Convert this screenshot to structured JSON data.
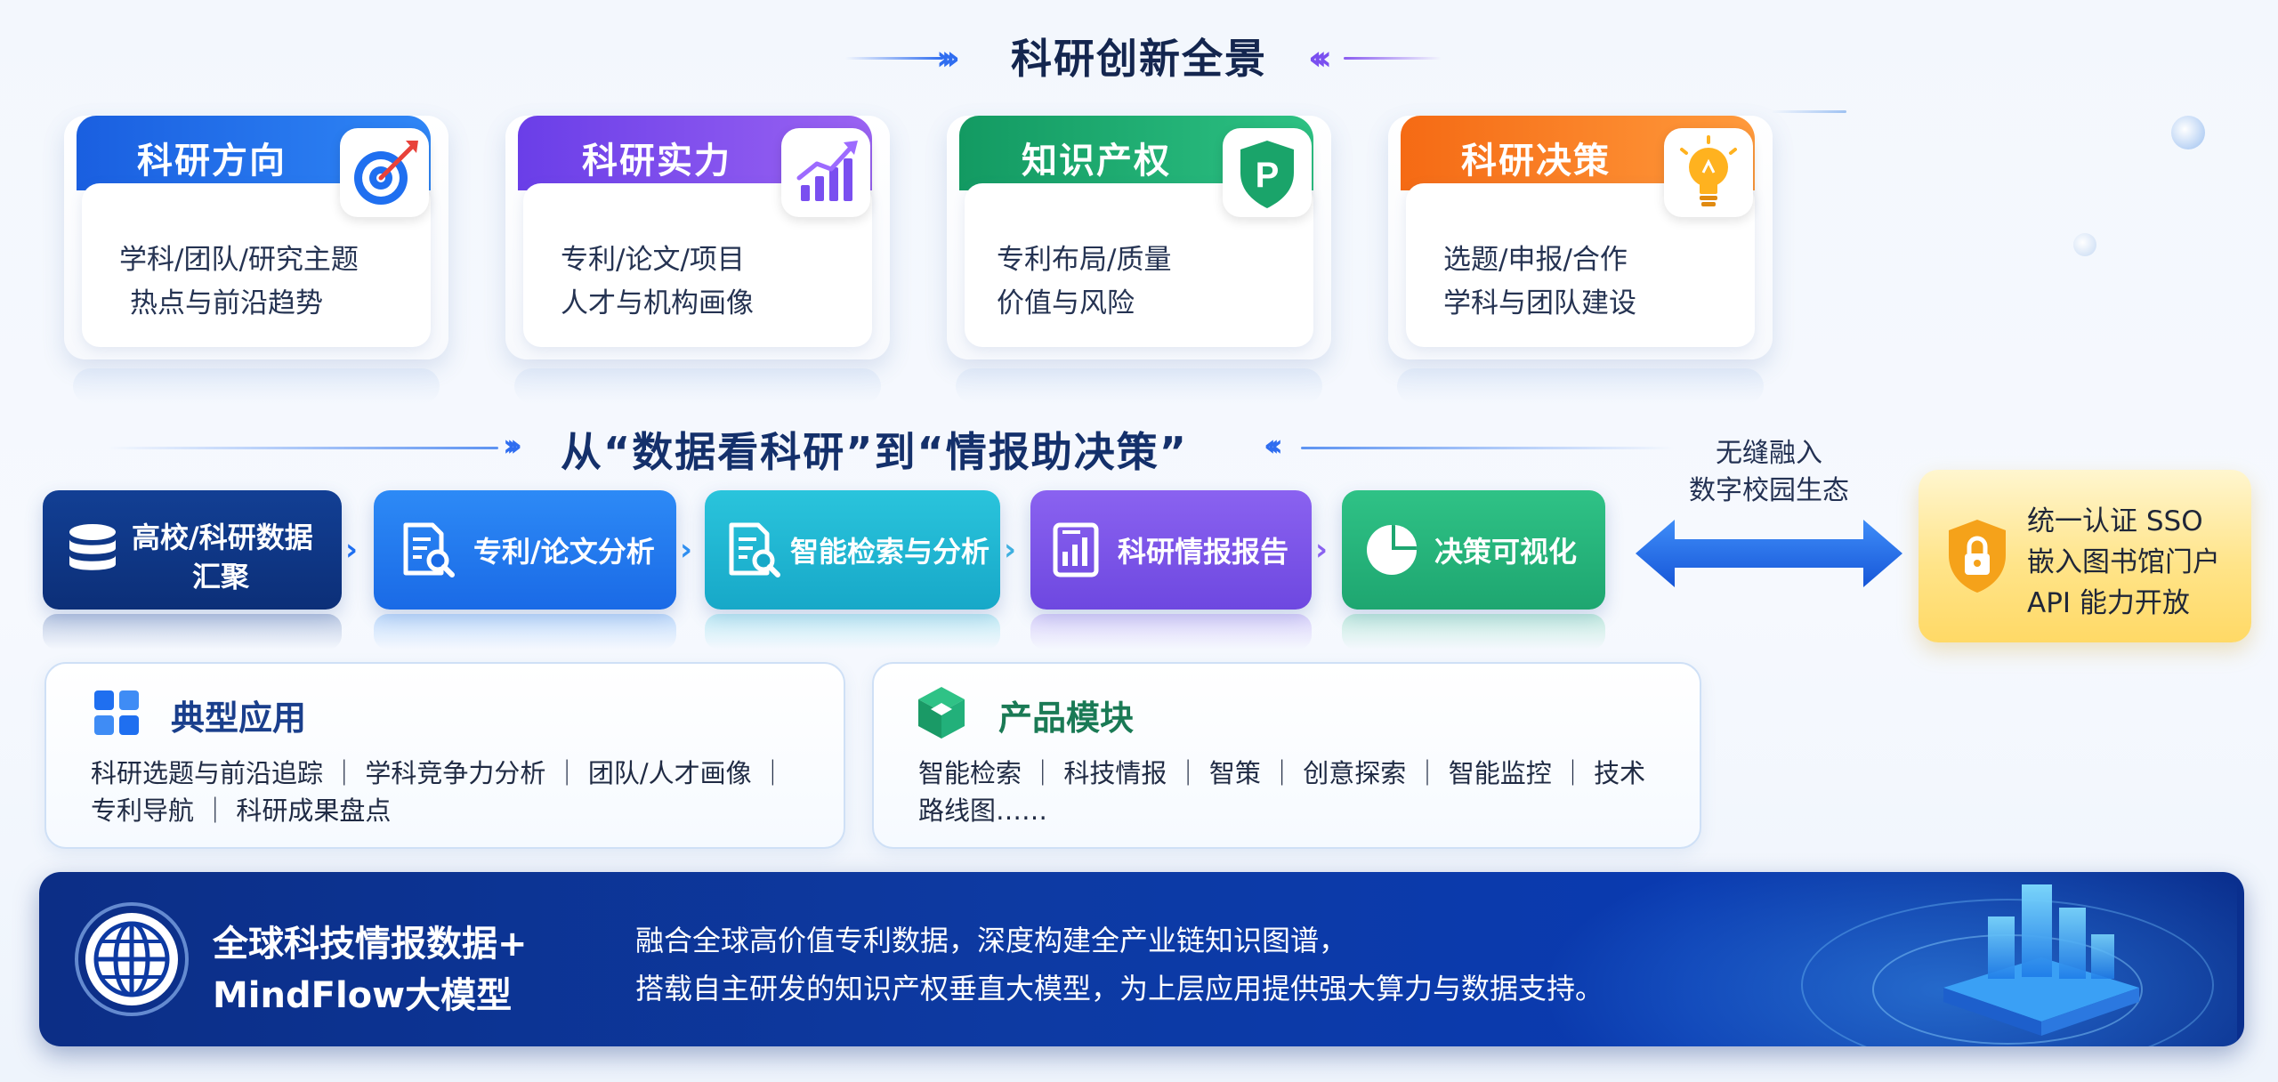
{
  "header": {
    "title": "科研创新全景"
  },
  "cards": [
    {
      "title": "科研方向",
      "lines": [
        "学科/团队/研究主题",
        "热点与前沿趋势"
      ],
      "icon": "target-icon",
      "color": "#1f6ff0"
    },
    {
      "title": "科研实力",
      "lines": [
        "专利/论文/项目",
        "人才与机构画像"
      ],
      "icon": "growth-chart-icon",
      "color": "#7a4ff0"
    },
    {
      "title": "知识产权",
      "lines": [
        "专利布局/质量",
        "价值与风险"
      ],
      "icon": "patent-shield-icon",
      "color": "#1fae70"
    },
    {
      "title": "科研决策",
      "lines": [
        "选题/申报/合作",
        "学科与团队建设"
      ],
      "icon": "lightbulb-icon",
      "color": "#fb7a1e"
    }
  ],
  "flow": {
    "title": "从“数据看科研”到“情报助决策”",
    "steps": [
      {
        "label_line1": "高校/科研数据",
        "label_line2": "汇聚",
        "icon": "database-icon",
        "color": "#0f3a8a"
      },
      {
        "label": "专利/论文分析",
        "icon": "document-search-icon",
        "color": "#1f7ff0"
      },
      {
        "label": "智能检索与分析",
        "icon": "document-search-icon",
        "color": "#1ab6d4"
      },
      {
        "label": "科研情报报告",
        "icon": "report-chart-icon",
        "color": "#7a55e8"
      },
      {
        "label": "决策可视化",
        "icon": "pie-chart-icon",
        "color": "#22b07a"
      }
    ]
  },
  "ecosystem": {
    "line1": "无缝融入",
    "line2": "数字校园生态"
  },
  "integration": {
    "lines": [
      "统一认证 SSO",
      "嵌入图书馆门户",
      "API 能力开放"
    ],
    "icon": "lock-shield-icon"
  },
  "applications": {
    "title": "典型应用",
    "line1": "科研选题与前沿追踪 ｜ 学科竞争力分析 ｜ 团队/人才画像 ｜",
    "line2": "专利导航 ｜ 科研成果盘点",
    "icon": "grid-apps-icon"
  },
  "modules": {
    "title": "产品模块",
    "line1": "智能检索 ｜ 科技情报 ｜ 智策 ｜ 创意探索 ｜ 智能监控 ｜ 技术",
    "line2": "路线图……",
    "icon": "cube-icon"
  },
  "banner": {
    "title_line1": "全球科技情报数据+",
    "title_line2": "MindFlow大模型",
    "desc_line1": "融合全球高价值专利数据，深度构建全产业链知识图谱，",
    "desc_line2": "搭载自主研发的知识产权垂直大模型，为上层应用提供强大算力与数据支持。",
    "icon": "globe-icon"
  }
}
